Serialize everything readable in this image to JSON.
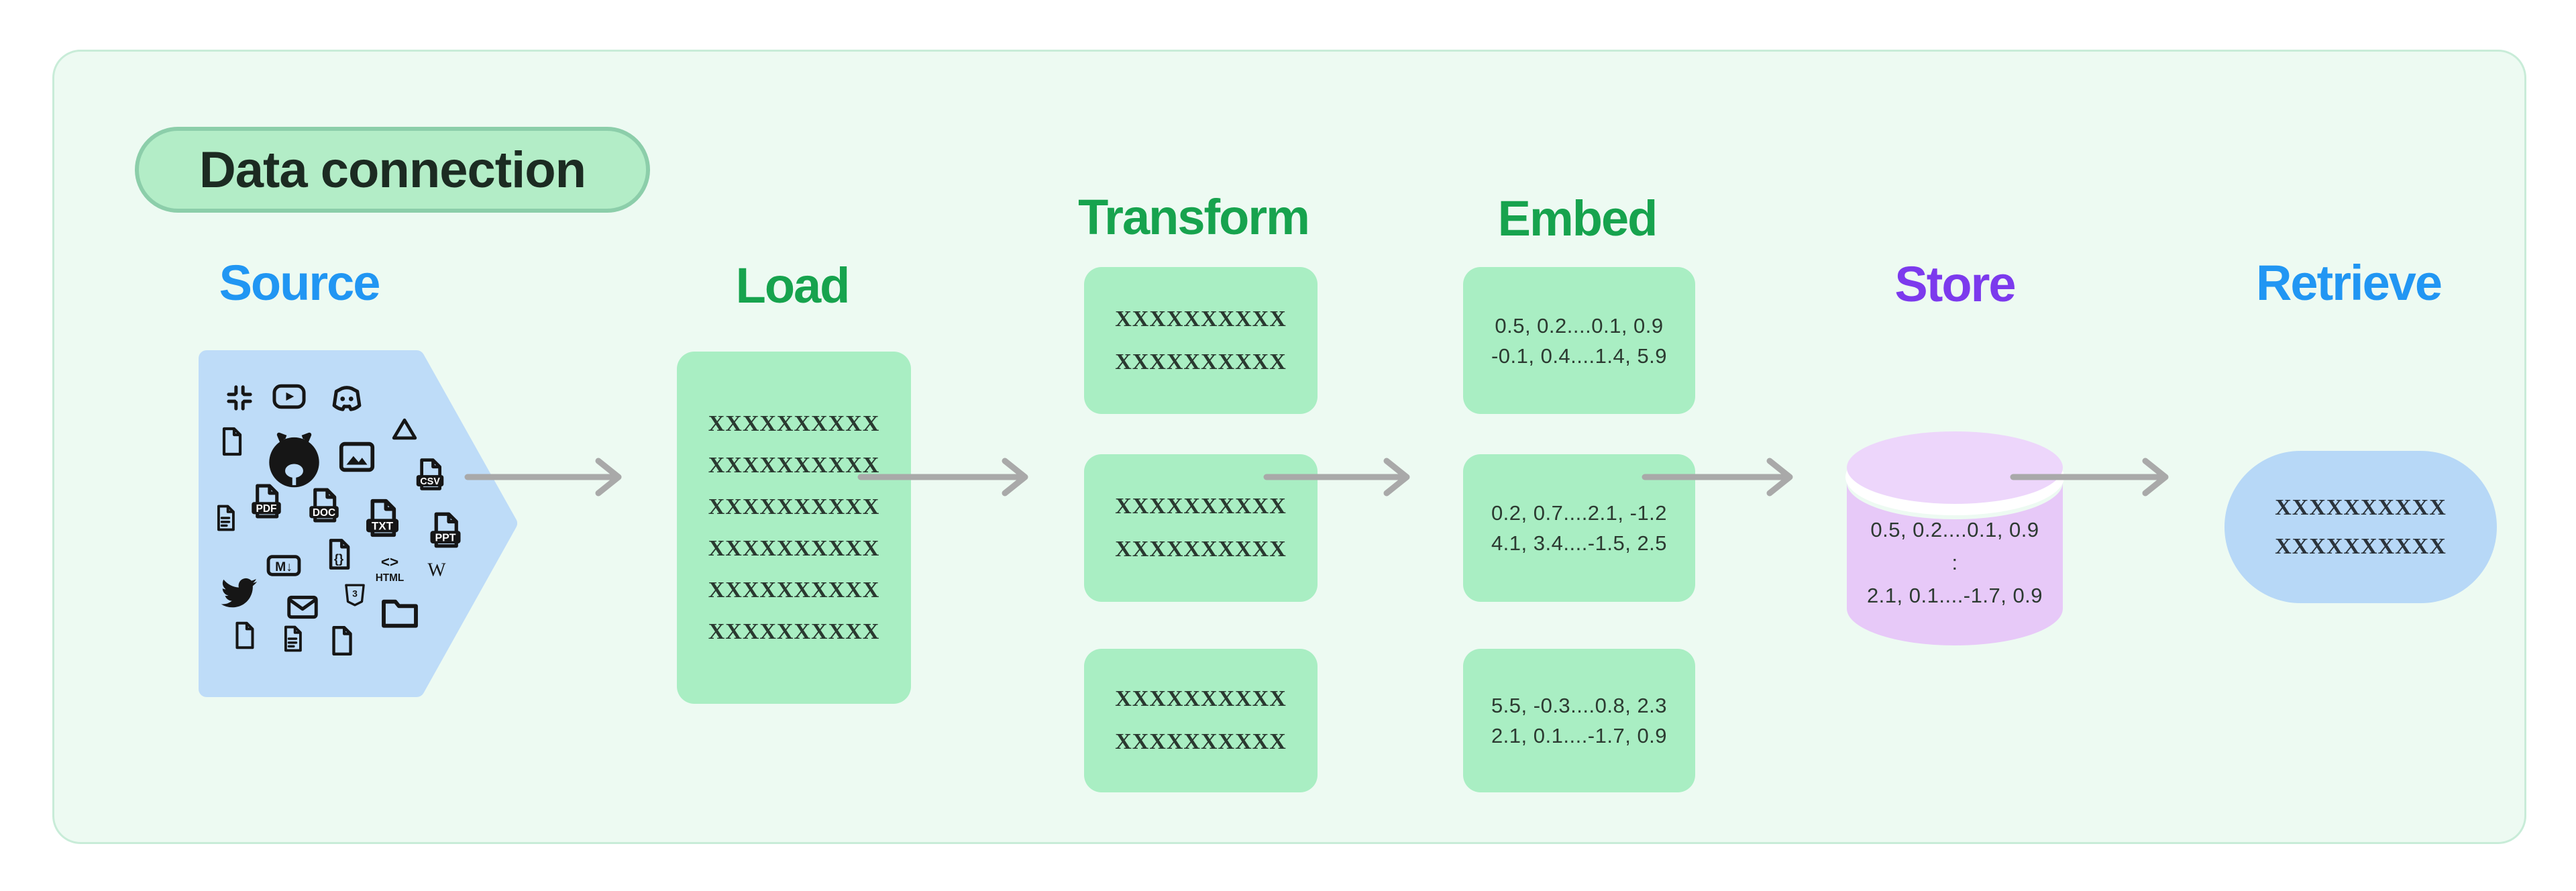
{
  "badge": {
    "label": "Data connection"
  },
  "colors": {
    "page_background": "#ffffff",
    "container_fill": "#edfaf2",
    "container_border": "#c8ecd8",
    "badge_fill": "#b3edc7",
    "badge_border": "#8cceaa",
    "blue_header": "#2196f3",
    "green_header": "#17a34e",
    "purple_header": "#7c3aed",
    "blue_shape": "#bedcf8",
    "green_box": "#a9eec3",
    "purple_cylinder": "#e7c9f8",
    "arrow_gray": "#a9a9a9",
    "dark_text": "#2a3930"
  },
  "source": {
    "label": "Source",
    "icons": [
      "slack-icon",
      "youtube-icon",
      "discord-icon",
      "file-icon",
      "github-icon",
      "image-icon",
      "google-drive-icon",
      "csv-file-icon",
      "file-text-icon",
      "pdf-file-icon",
      "doc-file-icon",
      "txt-file-icon",
      "ppt-file-icon",
      "markdown-icon",
      "json-file-icon",
      "html-icon",
      "wikipedia-icon",
      "twitter-icon",
      "email-icon",
      "css3-icon",
      "folder-icon",
      "file-icon",
      "file-text-icon",
      "file-icon"
    ],
    "file_labels": {
      "csv": "CSV",
      "pdf": "PDF",
      "doc": "DOC",
      "txt": "TXT",
      "ppt": "PPT",
      "markdown": "M↓",
      "json": "{}",
      "html_tag": "<>",
      "html_word": "HTML",
      "wikipedia": "W",
      "css": "3"
    }
  },
  "load": {
    "label": "Load",
    "lines": [
      "XXXXXXXXXX",
      "XXXXXXXXXX",
      "XXXXXXXXXX",
      "XXXXXXXXXX",
      "XXXXXXXXXX",
      "XXXXXXXXXX"
    ]
  },
  "transform": {
    "label": "Transform",
    "boxes": [
      {
        "lines": [
          "XXXXXXXXXX",
          "XXXXXXXXXX"
        ]
      },
      {
        "lines": [
          "XXXXXXXXXX",
          "XXXXXXXXXX"
        ]
      },
      {
        "lines": [
          "XXXXXXXXXX",
          "XXXXXXXXXX"
        ]
      }
    ]
  },
  "embed": {
    "label": "Embed",
    "boxes": [
      {
        "lines": [
          "0.5, 0.2....0.1, 0.9",
          "-0.1, 0.4....1.4, 5.9"
        ]
      },
      {
        "lines": [
          "0.2, 0.7....2.1, -1.2",
          "4.1, 3.4....-1.5, 2.5"
        ]
      },
      {
        "lines": [
          "5.5, -0.3....0.8, 2.3",
          "2.1, 0.1....-1.7, 0.9"
        ]
      }
    ]
  },
  "store": {
    "label": "Store",
    "lines": [
      "0.5, 0.2....0.1, 0.9",
      ":",
      "2.1, 0.1....-1.7, 0.9"
    ]
  },
  "retrieve": {
    "label": "Retrieve",
    "lines": [
      "XXXXXXXXXX",
      "XXXXXXXXXX"
    ]
  }
}
